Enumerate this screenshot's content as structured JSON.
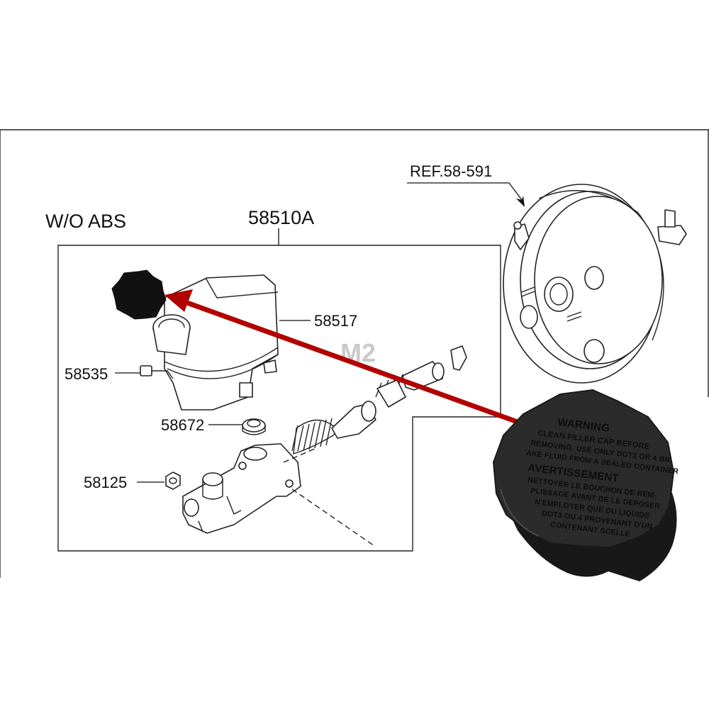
{
  "diagram": {
    "section_title": "W/O ABS",
    "assembly_label": "58510A",
    "reference_label": "REF.58-591",
    "watermark": "M2",
    "callouts": [
      {
        "id": "58517",
        "text": "58517"
      },
      {
        "id": "58535",
        "text": "58535"
      },
      {
        "id": "58672",
        "text": "58672"
      },
      {
        "id": "58125",
        "text": "58125"
      }
    ],
    "cap_photo": {
      "lines": [
        "WARNING",
        "CLEAN FILLER CAP BEFORE",
        "REMOVING. USE ONLY DOT3 OR 4 BR",
        "AKE FLUID FROM A SEALED CONTAINER",
        "AVERTISSEMENT",
        "NETTOYER LE BOUCHON DE REM-",
        "PLISSAGE AVANT DE LE DEPOSER",
        "N'EMPLOYER QUE DU LIQUIDE",
        "DOT3 OU 4 PROVENANT D'UN",
        "CONTENANT SCELLE"
      ]
    },
    "colors": {
      "pointer_arrow": "#b20000",
      "cap_fill": "#2b2b2b",
      "line": "#222222"
    }
  }
}
